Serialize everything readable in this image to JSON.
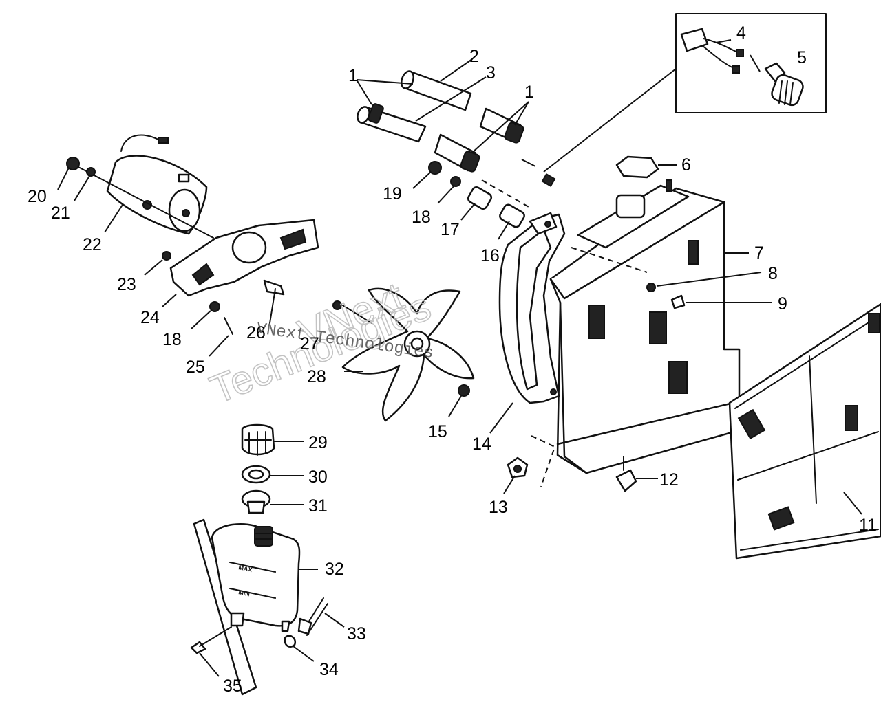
{
  "callouts": [
    {
      "label": "1"
    },
    {
      "label": "1"
    },
    {
      "label": "2"
    },
    {
      "label": "3"
    },
    {
      "label": "4"
    },
    {
      "label": "5"
    },
    {
      "label": "6"
    },
    {
      "label": "7"
    },
    {
      "label": "8"
    },
    {
      "label": "9"
    },
    {
      "label": "11"
    },
    {
      "label": "12"
    },
    {
      "label": "13"
    },
    {
      "label": "14"
    },
    {
      "label": "15"
    },
    {
      "label": "16"
    },
    {
      "label": "17"
    },
    {
      "label": "18"
    },
    {
      "label": "18"
    },
    {
      "label": "19"
    },
    {
      "label": "20"
    },
    {
      "label": "21"
    },
    {
      "label": "22"
    },
    {
      "label": "23"
    },
    {
      "label": "24"
    },
    {
      "label": "25"
    },
    {
      "label": "26"
    },
    {
      "label": "27"
    },
    {
      "label": "28"
    },
    {
      "label": "29"
    },
    {
      "label": "30"
    },
    {
      "label": "31"
    },
    {
      "label": "32"
    },
    {
      "label": "33"
    },
    {
      "label": "34"
    },
    {
      "label": "35"
    }
  ],
  "tank_labels": {
    "max": "MAX",
    "min": "MIN"
  },
  "watermark": {
    "line1": "VNext",
    "line2": "Technologies",
    "overlay": "VNext Technologies"
  }
}
